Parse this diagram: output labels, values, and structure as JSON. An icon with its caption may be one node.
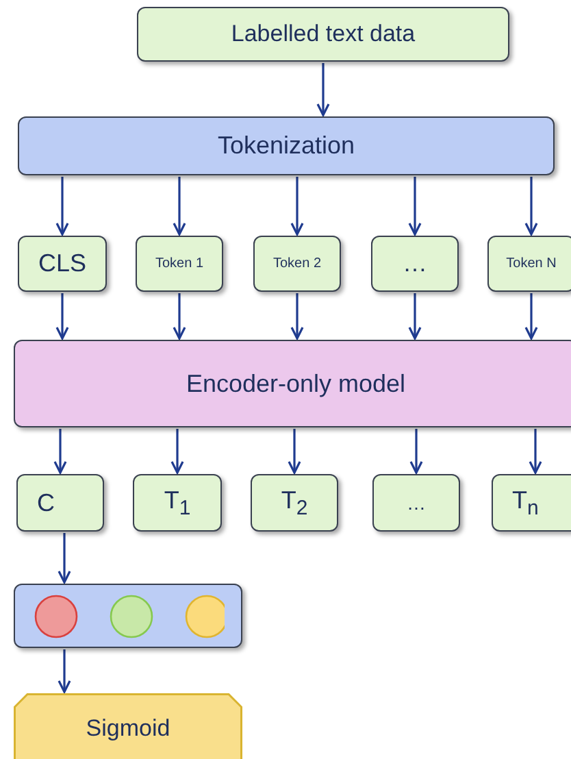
{
  "diagram": {
    "nodes": [
      {
        "text": [
          "Labelled text data"
        ]
      },
      {
        "text": [
          "Tokenization"
        ]
      },
      {
        "text": [
          "CLS"
        ]
      },
      {
        "text": [
          "Token 1"
        ]
      },
      {
        "text": [
          "Token 2"
        ]
      },
      {
        "text": [
          "…"
        ]
      },
      {
        "text": [
          "Token N"
        ]
      },
      {
        "text": [
          "Encoder-only model"
        ]
      },
      {
        "text": [
          "C"
        ]
      },
      {
        "text": [
          "T$_{1}$"
        ]
      },
      {
        "text": [
          "T$_{2}$"
        ]
      },
      {
        "text": [
          "…"
        ]
      },
      {
        "text": [
          "T$_{n}$"
        ]
      },
      {
        "text": [],
        "shape": "box"
      },
      {
        "text": [
          "Sigmoid"
        ]
      }
    ],
    "edges": [
      {
        "from": 0,
        "to": 1,
        "arrow": "to"
      },
      {
        "from": 1,
        "to": 2,
        "arrow": "to"
      },
      {
        "from": 1,
        "to": 3,
        "arrow": "to"
      },
      {
        "from": 1,
        "to": 4,
        "arrow": "to"
      },
      {
        "from": 1,
        "to": 5,
        "arrow": "to"
      },
      {
        "from": 1,
        "to": 6,
        "arrow": "to"
      },
      {
        "from": 2,
        "to": 7,
        "arrow": "to"
      },
      {
        "from": 3,
        "to": 7,
        "arrow": "to"
      },
      {
        "from": 4,
        "to": 7,
        "arrow": "to"
      },
      {
        "from": 5,
        "to": 7,
        "arrow": "to"
      },
      {
        "from": 6,
        "to": 7,
        "arrow": "to"
      },
      {
        "from": 7,
        "to": 8,
        "arrow": "to"
      },
      {
        "from": 7,
        "to": 9,
        "arrow": "to"
      },
      {
        "from": 7,
        "to": 10,
        "arrow": "to"
      },
      {
        "from": 7,
        "to": 11,
        "arrow": "to"
      },
      {
        "from": 7,
        "to": 12,
        "arrow": "to"
      },
      {
        "from": 8,
        "to": 13,
        "arrow": "to"
      },
      {
        "from": 13,
        "to": 14,
        "arrow": "to"
      }
    ]
  }
}
